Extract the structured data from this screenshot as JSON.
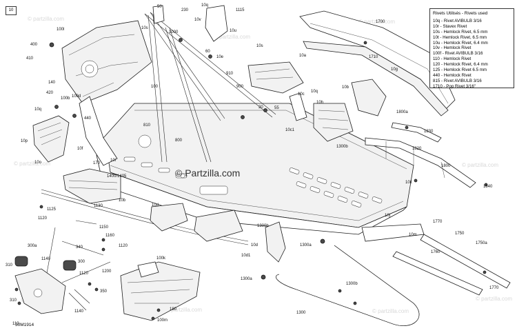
{
  "figure_number": "10",
  "reference_code": "30M1914",
  "watermark_text": "© Partzilla.com",
  "watermark_small": "© partzilla.com",
  "legend": {
    "title": "Rivets Utilisés - Rivets used",
    "rows": [
      "10q - Rivet AVIBULB 3/16",
      "10r - Stavex Rivet",
      "10s - Hemlock Rivet, 6.5 mm",
      "10t - Hemlock Rivet, 6.5 mm",
      "10u - Hemlock Rivet, 6.4 mm",
      "10v - Hemlock Rivet",
      "100f - Rivet AVIBULB 3/16",
      "110 - Hemlock Rivet",
      "120 - Hemlock Rivet, 6.4 mm",
      "125 - Hemlock Rivet 6.5 mm",
      "440 - Hemlock Rivet",
      "815 - Rivet AVIBULB 3/16",
      "1710 - Pop Rivet 3/16\""
    ]
  },
  "callouts": [
    {
      "id": "c0",
      "text": "10q"
    },
    {
      "id": "c1",
      "text": "50"
    },
    {
      "id": "c2",
      "text": "230"
    },
    {
      "id": "c3",
      "text": "1115"
    },
    {
      "id": "c4",
      "text": "10v"
    },
    {
      "id": "c5",
      "text": "10u"
    },
    {
      "id": "c6",
      "text": "400"
    },
    {
      "id": "c7",
      "text": "100l"
    },
    {
      "id": "c8",
      "text": "10s"
    },
    {
      "id": "c9",
      "text": "1000"
    },
    {
      "id": "c10",
      "text": "410"
    },
    {
      "id": "c11",
      "text": "60"
    },
    {
      "id": "c12",
      "text": "10s"
    },
    {
      "id": "c13",
      "text": "10e"
    },
    {
      "id": "c14",
      "text": "10a"
    },
    {
      "id": "c15",
      "text": "1700"
    },
    {
      "id": "c16",
      "text": "1710"
    },
    {
      "id": "c17",
      "text": "10g"
    },
    {
      "id": "c18",
      "text": "140"
    },
    {
      "id": "c19",
      "text": "910"
    },
    {
      "id": "c20",
      "text": "100"
    },
    {
      "id": "c21",
      "text": "900"
    },
    {
      "id": "c22",
      "text": "420"
    },
    {
      "id": "c23",
      "text": "100b"
    },
    {
      "id": "c24",
      "text": "100d"
    },
    {
      "id": "c25",
      "text": "10q"
    },
    {
      "id": "c26",
      "text": "10c"
    },
    {
      "id": "c27",
      "text": "10b"
    },
    {
      "id": "c28",
      "text": "10h"
    },
    {
      "id": "c29",
      "text": "20"
    },
    {
      "id": "c30",
      "text": "55"
    },
    {
      "id": "c31",
      "text": "1800a"
    },
    {
      "id": "c32",
      "text": "440"
    },
    {
      "id": "c33",
      "text": "10q"
    },
    {
      "id": "c34",
      "text": "10p"
    },
    {
      "id": "c35",
      "text": "810"
    },
    {
      "id": "c36",
      "text": "10c1"
    },
    {
      "id": "c37",
      "text": "10f"
    },
    {
      "id": "c38",
      "text": "1300b"
    },
    {
      "id": "c39",
      "text": "1830"
    },
    {
      "id": "c40",
      "text": "1820"
    },
    {
      "id": "c41",
      "text": "800"
    },
    {
      "id": "c42",
      "text": "10o"
    },
    {
      "id": "c43",
      "text": "170"
    },
    {
      "id": "c44",
      "text": "10i"
    },
    {
      "id": "c45",
      "text": "1800"
    },
    {
      "id": "c46",
      "text": "1400/1405"
    },
    {
      "id": "c47",
      "text": "10k"
    },
    {
      "id": "c48",
      "text": "10b"
    },
    {
      "id": "c49",
      "text": "10d"
    },
    {
      "id": "c50",
      "text": "10j"
    },
    {
      "id": "c51",
      "text": "1840"
    },
    {
      "id": "c52",
      "text": "1130"
    },
    {
      "id": "c53",
      "text": "1125"
    },
    {
      "id": "c54",
      "text": "1770"
    },
    {
      "id": "c55",
      "text": "1120"
    },
    {
      "id": "c56",
      "text": "1150"
    },
    {
      "id": "c57",
      "text": "1160"
    },
    {
      "id": "c58",
      "text": "1300b"
    },
    {
      "id": "c59",
      "text": "1750"
    },
    {
      "id": "c60",
      "text": "300a"
    },
    {
      "id": "c61",
      "text": "340"
    },
    {
      "id": "c62",
      "text": "1120"
    },
    {
      "id": "c63",
      "text": "10m"
    },
    {
      "id": "c64",
      "text": "1300a"
    },
    {
      "id": "c65",
      "text": "10d"
    },
    {
      "id": "c66",
      "text": "1760"
    },
    {
      "id": "c67",
      "text": "1750a"
    },
    {
      "id": "c68",
      "text": "310"
    },
    {
      "id": "c69",
      "text": "1140"
    },
    {
      "id": "c70",
      "text": "1200"
    },
    {
      "id": "c71",
      "text": "10d1"
    },
    {
      "id": "c72",
      "text": "300"
    },
    {
      "id": "c73",
      "text": "1120"
    },
    {
      "id": "c74",
      "text": "100k"
    },
    {
      "id": "c75",
      "text": "1300a"
    },
    {
      "id": "c76",
      "text": "350"
    },
    {
      "id": "c77",
      "text": "1770"
    },
    {
      "id": "c78",
      "text": "310"
    },
    {
      "id": "c79",
      "text": "1300b"
    },
    {
      "id": "c80",
      "text": "180"
    },
    {
      "id": "c81",
      "text": "1140"
    },
    {
      "id": "c82",
      "text": "100m"
    },
    {
      "id": "c83",
      "text": "1300"
    },
    {
      "id": "c84",
      "text": "110"
    }
  ]
}
